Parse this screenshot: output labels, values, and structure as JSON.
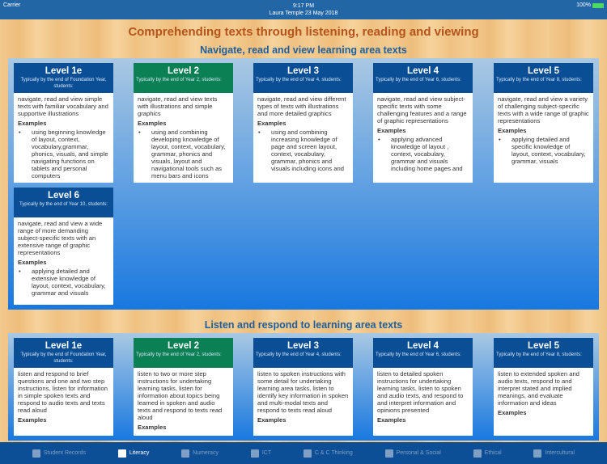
{
  "status": {
    "carrier": "Carrier",
    "time": "9:17 PM",
    "user_date": "Laura Temple   23 May 2018",
    "battery": "100%"
  },
  "title": "Comprehending texts through listening, reading and viewing",
  "sections": [
    {
      "heading": "Navigate, read and view learning area texts",
      "cards": [
        {
          "level": "Level 1e",
          "typical": "Typically by the end of Foundation Year, students:",
          "color": "#0a4f96",
          "desc": "navigate, read and view simple texts with familiar vocabulary and supportive illustrations",
          "examples_label": "Examples",
          "examples": [
            "using beginning knowledge of layout, context, vocabulary,grammar, phonics, visuals, and simple navigating functions on tablets and personal computers"
          ]
        },
        {
          "level": "Level 2",
          "typical": "Typically by the end of Year 2, students:",
          "color": "#0c8055",
          "desc": "navigate, read and view texts with illustrations and simple graphics",
          "examples_label": "Examples",
          "examples": [
            "using and combining developing knowledge of layout, context, vocabulary, grammar, phonics and visuals, layout and navigational tools such as menu bars and icons"
          ]
        },
        {
          "level": "Level 3",
          "typical": "Typically by the end of Year 4, students:",
          "color": "#0a4f96",
          "desc": "navigate, read and view different types of texts with illustrations and more detailed graphics",
          "examples_label": "Examples",
          "examples": [
            "using and combining increasing knowledge of page and screen layout, context, vocabulary, grammar, phonics and visuals including icons and"
          ]
        },
        {
          "level": "Level 4",
          "typical": "Typically by the end of Year 6, students:",
          "color": "#0a4f96",
          "desc": "navigate, read and view subject-specific texts with some challenging features and a range of graphic representations",
          "examples_label": "Examples",
          "examples": [
            "applying advanced knowledge of layout , context, vocabulary, grammar and visuals including home pages and"
          ]
        },
        {
          "level": "Level 5",
          "typical": "Typically by the end of Year 8, students:",
          "color": "#0a4f96",
          "desc": "navigate, read and view a variety of challenging subject-specific texts with a wide range of graphic representations",
          "examples_label": "Examples",
          "examples": [
            "applying detailed and specific knowledge of layout, context, vocabulary, grammar, visuals"
          ]
        },
        {
          "level": "Level 6",
          "typical": "Typically by the end of Year 10, students:",
          "color": "#0a4f96",
          "desc": "navigate, read and view a wide range of more demanding subject-specific texts with an extensive range of graphic representations",
          "examples_label": "Examples",
          "examples": [
            "applying detailed and extensive knowledge of layout, context, vocabulary, grammar and visuals"
          ]
        }
      ]
    },
    {
      "heading": "Listen and respond to learning area texts",
      "cards": [
        {
          "level": "Level 1e",
          "typical": "Typically by the end of Foundation Year, students:",
          "color": "#0a4f96",
          "desc": "listen and respond to brief questions and one and two step instructions, listen for information in simple spoken texts and respond to audio texts and texts read aloud",
          "examples_label": "Examples",
          "examples": []
        },
        {
          "level": "Level 2",
          "typical": "Typically by the end of Year 2, students:",
          "color": "#0c8055",
          "desc": "listen to two or more step instructions for undertaking learning tasks, listen for information about topics being learned in spoken and audio texts and respond to texts read aloud",
          "examples_label": "Examples",
          "examples": []
        },
        {
          "level": "Level 3",
          "typical": "Typically by the end of Year 4, students:",
          "color": "#0a4f96",
          "desc": "listen to spoken instructions with some detail for undertaking learning area tasks, listen to identify key information in spoken and multi-modal texts and respond to texts read aloud",
          "examples_label": "Examples",
          "examples": []
        },
        {
          "level": "Level 4",
          "typical": "Typically by the end of Year 6, students:",
          "color": "#0a4f96",
          "desc": "listen to detailed spoken instructions for undertaking learning tasks, listen to spoken and audio texts, and respond to and interpret information and opinions presented",
          "examples_label": "Examples",
          "examples": []
        },
        {
          "level": "Level 5",
          "typical": "Typically by the end of Year 8, students:",
          "color": "#0a4f96",
          "desc": "listen to extended spoken and audio texts, respond to and interpret stated and implied meanings, and evaluate information and ideas",
          "examples_label": "Examples",
          "examples": []
        }
      ]
    }
  ],
  "tabs": [
    {
      "label": "Student Records",
      "icon": "id-card-icon",
      "active": false
    },
    {
      "label": "Literacy",
      "icon": "book-icon",
      "active": true
    },
    {
      "label": "Numeracy",
      "icon": "calculator-icon",
      "active": false
    },
    {
      "label": "ICT",
      "icon": "monitor-icon",
      "active": false
    },
    {
      "label": "C & C Thinking",
      "icon": "gears-icon",
      "active": false
    },
    {
      "label": "Personal & Social",
      "icon": "people-icon",
      "active": false
    },
    {
      "label": "Ethical",
      "icon": "scales-icon",
      "active": false
    },
    {
      "label": "Intercultural",
      "icon": "globe-icon",
      "active": false
    }
  ]
}
